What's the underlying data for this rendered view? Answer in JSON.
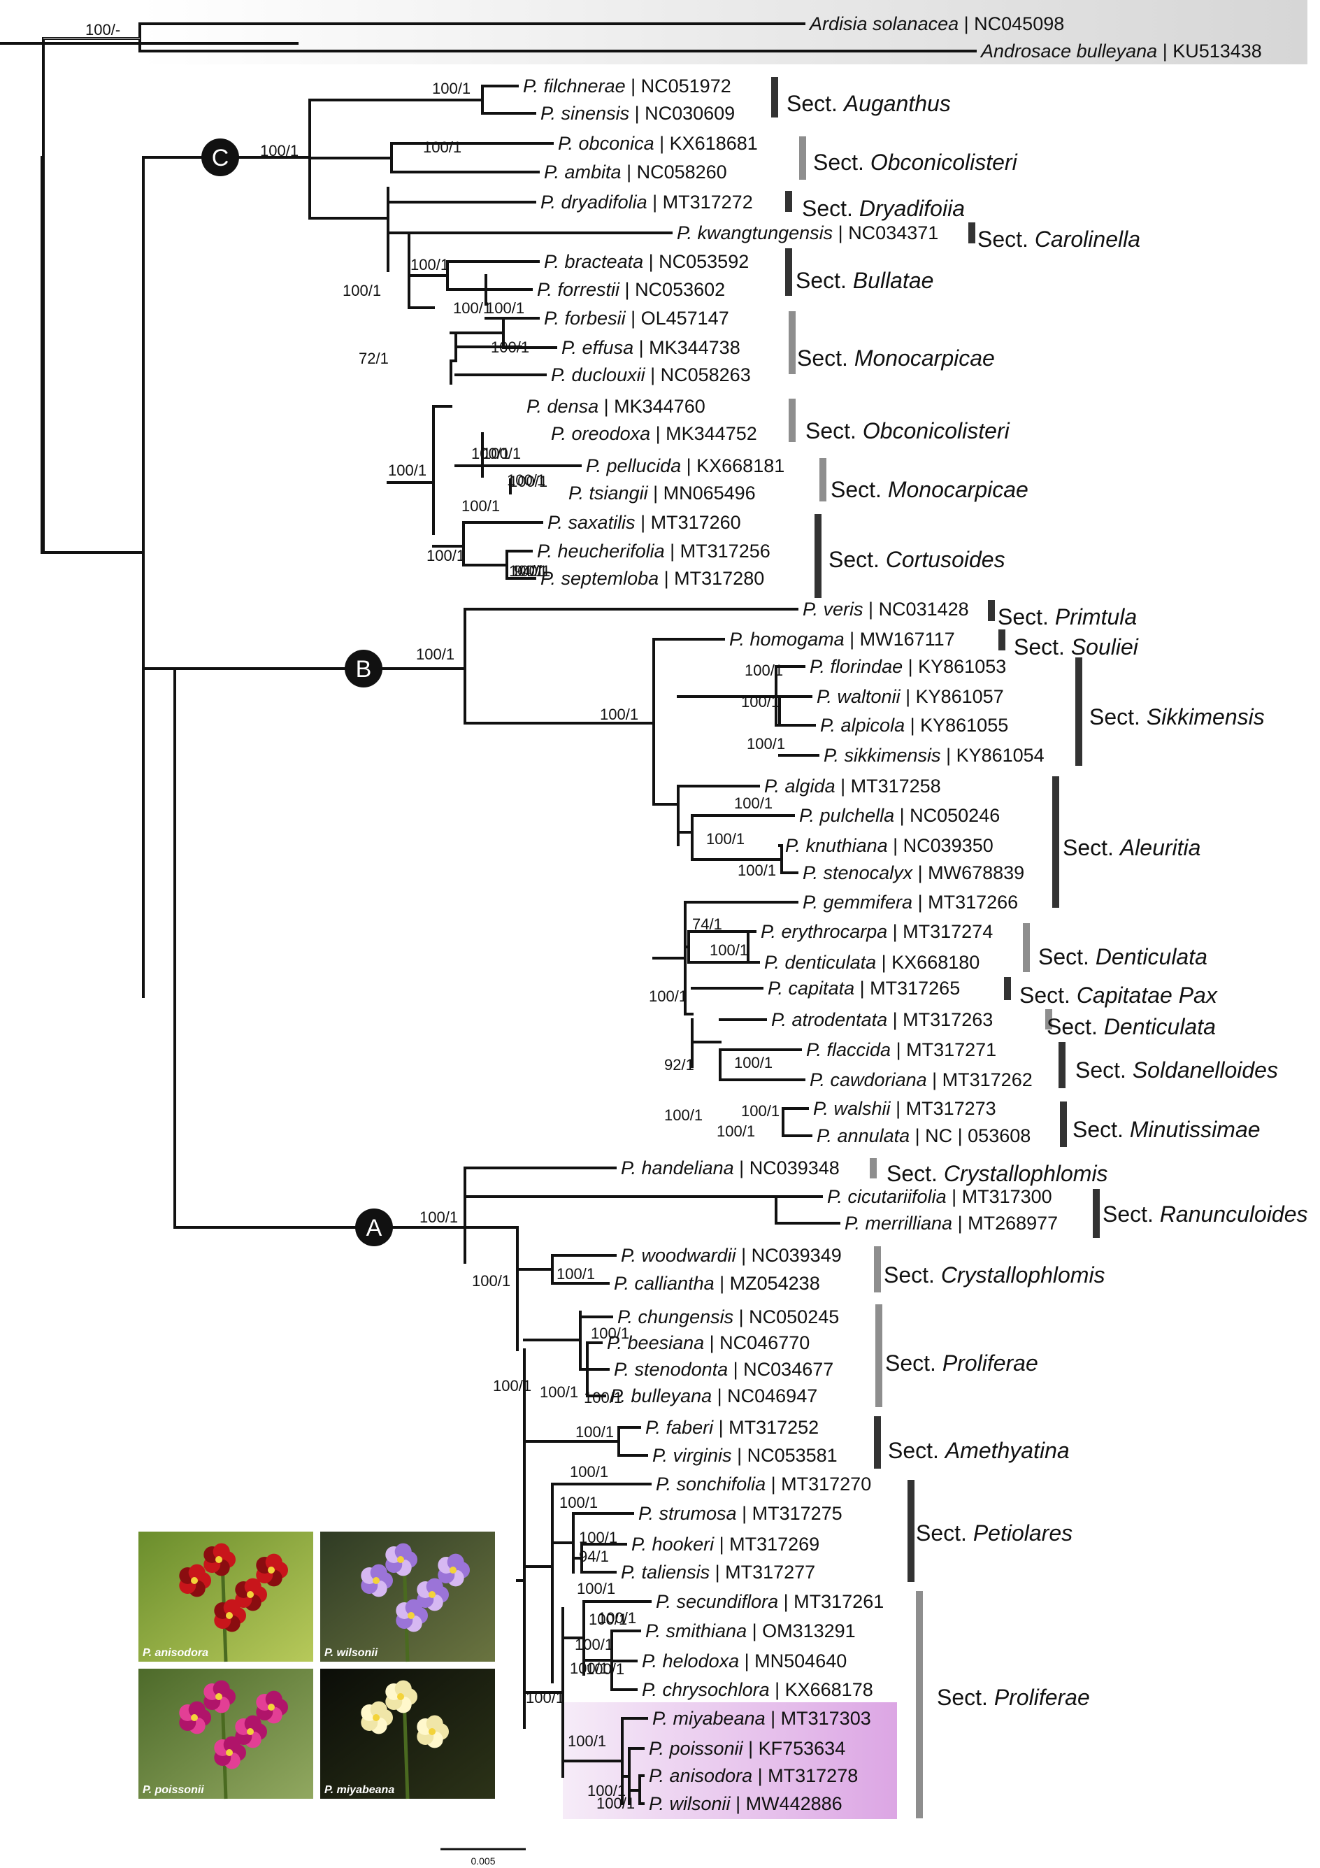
{
  "taxa": [
    {
      "name": "Ardisia  solanacea",
      "acc": "NC045098"
    },
    {
      "name": "Androsace bulleyana",
      "acc": "KU513438"
    },
    {
      "name": "P. filchnerae",
      "acc": "NC051972"
    },
    {
      "name": "P. sinensis",
      "acc": "NC030609"
    },
    {
      "name": "P. obconica",
      "acc": "KX618681"
    },
    {
      "name": "P. ambita",
      "acc": "NC058260"
    },
    {
      "name": "P. dryadifolia",
      "acc": "MT317272"
    },
    {
      "name": "P. kwangtungensis",
      "acc": "NC034371"
    },
    {
      "name": "P. bracteata",
      "acc": "NC053592"
    },
    {
      "name": "P. forrestii",
      "acc": "NC053602"
    },
    {
      "name": "P. forbesii",
      "acc": "OL457147"
    },
    {
      "name": "P. effusa",
      "acc": "MK344738"
    },
    {
      "name": "P. duclouxii",
      "acc": "NC058263"
    },
    {
      "name": "P. densa",
      "acc": "MK344760"
    },
    {
      "name": "P. oreodoxa",
      "acc": "MK344752"
    },
    {
      "name": "P. pellucida",
      "acc": "KX668181"
    },
    {
      "name": "P. tsiangii",
      "acc": "MN065496"
    },
    {
      "name": "P. saxatilis",
      "acc": "MT317260"
    },
    {
      "name": "P. heucherifolia",
      "acc": "MT317256"
    },
    {
      "name": "P. septemloba",
      "acc": "MT317280"
    },
    {
      "name": "P. veris",
      "acc": "NC031428"
    },
    {
      "name": "P. homogama",
      "acc": "MW167117"
    },
    {
      "name": "P. florindae",
      "acc": "KY861053"
    },
    {
      "name": "P. waltonii",
      "acc": "KY861057"
    },
    {
      "name": "P. alpicola",
      "acc": "KY861055"
    },
    {
      "name": "P. sikkimensis",
      "acc": "KY861054"
    },
    {
      "name": "P. algida",
      "acc": "MT317258"
    },
    {
      "name": "P. pulchella",
      "acc": "NC050246"
    },
    {
      "name": "P. knuthiana",
      "acc": "NC039350"
    },
    {
      "name": "P. stenocalyx",
      "acc": "MW678839"
    },
    {
      "name": "P. gemmifera",
      "acc": "MT317266"
    },
    {
      "name": "P. erythrocarpa",
      "acc": "MT317274"
    },
    {
      "name": "P. denticulata",
      "acc": "KX668180"
    },
    {
      "name": "P. capitata",
      "acc": "MT317265"
    },
    {
      "name": "P. atrodentata",
      "acc": "MT317263"
    },
    {
      "name": "P. flaccida",
      "acc": "MT317271"
    },
    {
      "name": "P. cawdoriana",
      "acc": "MT317262"
    },
    {
      "name": "P. walshii",
      "acc": "MT317273"
    },
    {
      "name": "P. annulata",
      "acc": "NC | 053608"
    },
    {
      "name": "P. handeliana",
      "acc": "NC039348"
    },
    {
      "name": "P. cicutariifolia",
      "acc": "MT317300"
    },
    {
      "name": "P. merrilliana",
      "acc": "MT268977"
    },
    {
      "name": "P. woodwardii",
      "acc": "NC039349"
    },
    {
      "name": "P. calliantha",
      "acc": "MZ054238"
    },
    {
      "name": "P. chungensis",
      "acc": "NC050245"
    },
    {
      "name": "P. beesiana",
      "acc": "NC046770"
    },
    {
      "name": "P. stenodonta",
      "acc": "NC034677"
    },
    {
      "name": "P. bulleyana",
      "acc": "NC046947"
    },
    {
      "name": "P. faberi",
      "acc": "MT317252"
    },
    {
      "name": "P. virginis",
      "acc": "NC053581"
    },
    {
      "name": "P. sonchifolia",
      "acc": "MT317270"
    },
    {
      "name": "P. strumosa",
      "acc": "MT317275"
    },
    {
      "name": "P. hookeri",
      "acc": "MT317269"
    },
    {
      "name": "P. taliensis",
      "acc": "MT317277"
    },
    {
      "name": "P. secundiflora",
      "acc": "MT317261"
    },
    {
      "name": "P. smithiana",
      "acc": "OM313291"
    },
    {
      "name": "P. helodoxa",
      "acc": "MN504640"
    },
    {
      "name": "P. chrysochlora",
      "acc": "KX668178"
    },
    {
      "name": "P. miyabeana",
      "acc": "MT317303"
    },
    {
      "name": "P. poissonii",
      "acc": "KF753634"
    },
    {
      "name": "P. anisodora",
      "acc": "MT317278"
    },
    {
      "name": "P. wilsonii",
      "acc": "MW442886"
    }
  ],
  "sections": [
    {
      "prefix": "Sect.",
      "name": "Auganthus",
      "shade": "dark"
    },
    {
      "prefix": "Sect.",
      "name": "Obconicolisteri",
      "shade": "light"
    },
    {
      "prefix": "Sect.",
      "name": "Dryadifoiia",
      "shade": "dark"
    },
    {
      "prefix": "Sect.",
      "name": "Carolinella",
      "shade": "dark"
    },
    {
      "prefix": "Sect.",
      "name": "Bullatae",
      "shade": "dark"
    },
    {
      "prefix": "Sect.",
      "name": "Monocarpicae",
      "shade": "light"
    },
    {
      "prefix": "Sect.",
      "name": "Obconicolisteri",
      "shade": "light"
    },
    {
      "prefix": "Sect.",
      "name": "Monocarpicae",
      "shade": "light"
    },
    {
      "prefix": "Sect.",
      "name": "Cortusoides",
      "shade": "dark"
    },
    {
      "prefix": "Sect.",
      "name": "Primtula",
      "shade": "dark"
    },
    {
      "prefix": "Sect.",
      "name": "Souliei",
      "shade": "dark"
    },
    {
      "prefix": "Sect.",
      "name": "Sikkimensis",
      "shade": "dark"
    },
    {
      "prefix": "Sect.",
      "name": "Aleuritia",
      "shade": "dark"
    },
    {
      "prefix": "Sect.",
      "name": "Denticulata",
      "shade": "light"
    },
    {
      "prefix": "Sect.",
      "name": "Capitatae Pax",
      "shade": "dark"
    },
    {
      "prefix": "Sect.",
      "name": "Denticulata",
      "shade": "light"
    },
    {
      "prefix": "Sect.",
      "name": "Soldanelloides",
      "shade": "dark"
    },
    {
      "prefix": "Sect.",
      "name": "Minutissimae",
      "shade": "dark"
    },
    {
      "prefix": "Sect.",
      "name": "Crystallophlomis",
      "shade": "light"
    },
    {
      "prefix": "Sect.",
      "name": "Ranunculoides",
      "shade": "dark"
    },
    {
      "prefix": "Sect.",
      "name": "Crystallophlomis",
      "shade": "light"
    },
    {
      "prefix": "Sect.",
      "name": "Proliferae",
      "shade": "light"
    },
    {
      "prefix": "Sect.",
      "name": "Amethyatina",
      "shade": "dark"
    },
    {
      "prefix": "Sect.",
      "name": "Petiolares",
      "shade": "dark"
    },
    {
      "prefix": "Sect.",
      "name": "Proliferae",
      "shade": "light"
    }
  ],
  "support_values": [
    "100/-",
    "100/1",
    "100/1",
    "100/1",
    "100/1",
    "72/1",
    "100/1",
    "100/1",
    "100/1",
    "100/1",
    "100/1",
    "100/1",
    "100/1",
    "100/1",
    "100/1",
    "94/1",
    "100/1",
    "100/1",
    "100/1",
    "100/1",
    "100/1",
    "100/1",
    "100/1",
    "100/1",
    "100/1",
    "100/1",
    "100/1",
    "100/1",
    "74/1",
    "100/1",
    "100/1",
    "92/1",
    "100/1",
    "100/1",
    "100/1",
    "100/1",
    "100/1",
    "100/1",
    "100/1",
    "100/1",
    "100/1",
    "100/1",
    "100/1",
    "100/1",
    "100/1",
    "100/1",
    "100/1",
    "94/1",
    "100/1",
    "100/1",
    "100/1",
    "100/1",
    "100/1",
    "100/1",
    "100/1",
    "100/1",
    "100/1",
    "100/1"
  ],
  "clades": [
    "C",
    "B",
    "A"
  ],
  "photos": [
    {
      "caption": "P. anisodora",
      "icon": "red-primula-flower-photo"
    },
    {
      "caption": "P. wilsonii",
      "icon": "purple-primula-flower-photo"
    },
    {
      "caption": "P. poissonii",
      "icon": "magenta-primula-flower-photo"
    },
    {
      "caption": "P. miyabeana",
      "icon": "yellow-primula-flower-photo"
    }
  ],
  "scale_bar": "0.005",
  "colors": {
    "branch": "#111111",
    "outgroup_band": "#e2e2e2",
    "section_dark": "#333333",
    "section_light": "#8e8e8e",
    "highlight": "#e9c8ee"
  }
}
